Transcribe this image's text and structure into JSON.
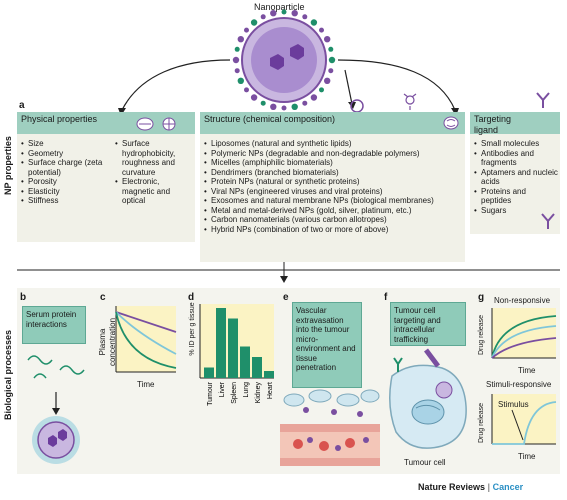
{
  "top": {
    "nanoparticle_label": "Nanoparticle",
    "np_properties_label": "NP properties",
    "panel_a_letter": "a"
  },
  "physical": {
    "title": "Physical properties",
    "col1": [
      "Size",
      "Geometry",
      "Surface charge (zeta potential)",
      "Porosity",
      "Elasticity",
      "Stiffness"
    ],
    "col2": [
      "Surface hydrophobicity, roughness and curvature",
      "Electronic, magnetic and optical"
    ]
  },
  "structure": {
    "title": "Structure (chemical composition)",
    "items": [
      "Liposomes (natural and synthetic lipids)",
      "Polymeric NPs (degradable and non-degradable polymers)",
      "Micelles (amphiphilic biomaterials)",
      "Dendrimers (branched biomaterials)",
      "Protein NPs (natural or synthetic proteins)",
      "Viral NPs (engineered viruses and viral proteins)",
      "Exosomes and natural membrane NPs (biological membranes)",
      "Metal and metal-derived NPs (gold, silver, platinum, etc.)",
      "Carbon nanomaterials (various carbon allotropes)",
      "Hybrid NPs (combination of two or more of above)"
    ]
  },
  "targeting": {
    "title": "Targeting ligand",
    "items": [
      "Small molecules",
      "Antibodies and fragments",
      "Aptamers and nucleic acids",
      "Proteins and peptides",
      "Sugars"
    ]
  },
  "bottom": {
    "bio_label": "Biological processes",
    "b": {
      "letter": "b",
      "text": "Serum protein interactions"
    },
    "c": {
      "letter": "c",
      "ylabel": "Plasma concentration",
      "xlabel": "Time"
    },
    "d": {
      "letter": "d",
      "ylabel": "% ID per g tissue",
      "organs": [
        "Tumour",
        "Liver",
        "Spleen",
        "Lung",
        "Kidney",
        "Heart"
      ],
      "values": [
        0.15,
        1.0,
        0.85,
        0.45,
        0.3,
        0.1
      ]
    },
    "e": {
      "letter": "e",
      "text": "Vascular extravasation into the tumour micro-environment and tissue penetration"
    },
    "f": {
      "letter": "f",
      "text": "Tumour cell targeting and intracellular trafficking",
      "cell_label": "Tumour cell"
    },
    "g": {
      "letter": "g",
      "title1": "Non-responsive",
      "title2": "Stimuli-responsive",
      "ylabel": "Drug release",
      "xlabel": "Time",
      "stimulus": "Stimulus"
    }
  },
  "footer": {
    "journal": "Nature Reviews",
    "separator": "|",
    "section": "Cancer"
  },
  "colors": {
    "teal": "#8fcbb9",
    "purple": "#7a4fa0",
    "dark_green": "#1f8f6a",
    "light_blue": "#7fc6d9",
    "orange": "#e07a2a"
  }
}
